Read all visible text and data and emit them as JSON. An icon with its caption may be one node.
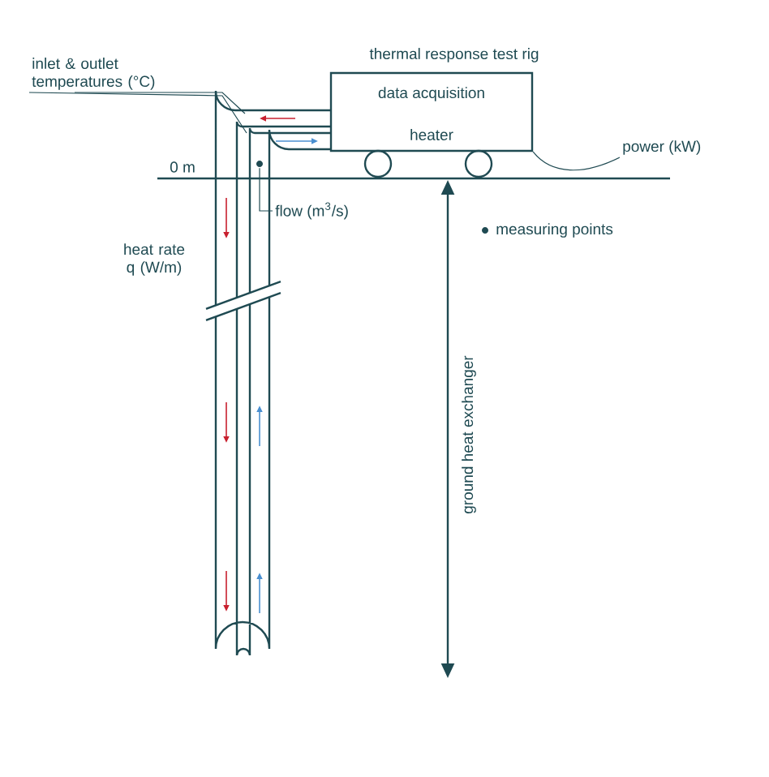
{
  "diagram": {
    "nodes": [
      {
        "text": [
          "thermal response test rig",
          "data acquisition",
          "heater"
        ]
      },
      {
        "text": [
          "inlet & outlet temperatures (°C)"
        ]
      },
      {
        "text": [
          "flow (m$^{3}$/s)"
        ]
      },
      {
        "text": [],
        "shape": "circle"
      },
      {
        "text": [
          "power (kW)"
        ]
      }
    ],
    "edges": [
      {
        "from": 1,
        "to": null,
        "arrow": "none"
      },
      {
        "from": 1,
        "to": null,
        "arrow": "none"
      },
      {
        "from": 2,
        "to": 3,
        "arrow": "none"
      },
      {
        "from": 4,
        "to": 0,
        "arrow": "none"
      }
    ],
    "labels": [
      "0 m",
      "heat rate q (W/m)",
      "ground heat exchanger"
    ],
    "legend": [
      {
        "text": "measuring points"
      }
    ]
  }
}
